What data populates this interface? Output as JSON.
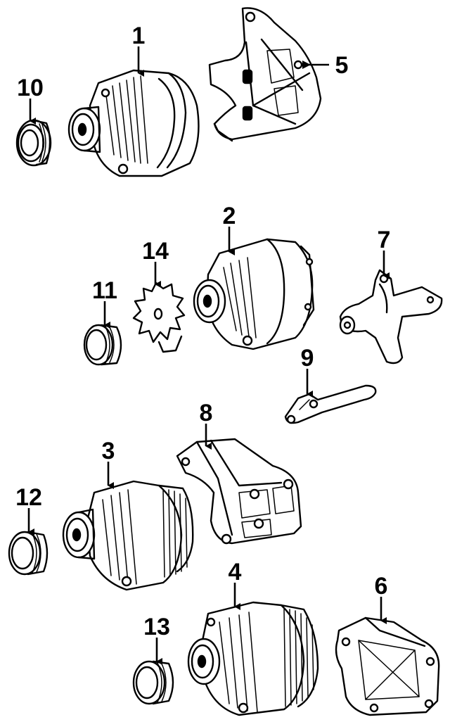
{
  "diagram": {
    "colors": {
      "line": "#000000",
      "background": "#ffffff"
    },
    "callouts": [
      {
        "id": "1",
        "label": "1"
      },
      {
        "id": "2",
        "label": "2"
      },
      {
        "id": "3",
        "label": "3"
      },
      {
        "id": "4",
        "label": "4"
      },
      {
        "id": "5",
        "label": "5"
      },
      {
        "id": "6",
        "label": "6"
      },
      {
        "id": "7",
        "label": "7"
      },
      {
        "id": "8",
        "label": "8"
      },
      {
        "id": "9",
        "label": "9"
      },
      {
        "id": "10",
        "label": "10"
      },
      {
        "id": "11",
        "label": "11"
      },
      {
        "id": "12",
        "label": "12"
      },
      {
        "id": "13",
        "label": "13"
      },
      {
        "id": "14",
        "label": "14"
      }
    ]
  }
}
